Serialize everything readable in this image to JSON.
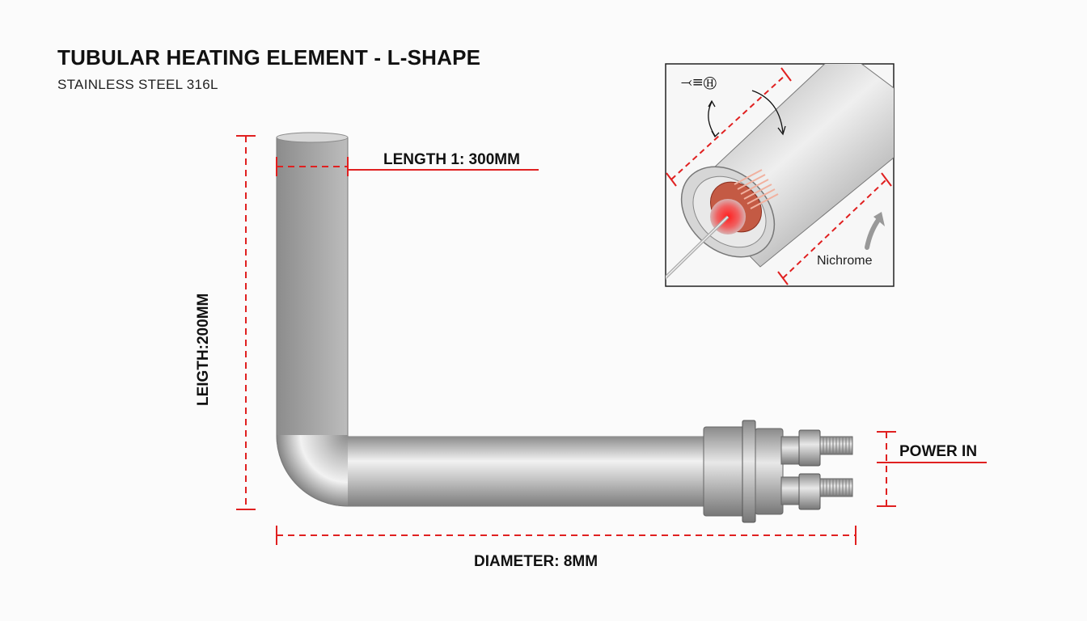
{
  "header": {
    "title": "TUBULAR HEATING ELEMENT - L-SHAPE",
    "subtitle": "STAINLESS STEEL 316L"
  },
  "dimensions": {
    "length_1": "LENGTH 1: 300MM",
    "length_2": "LEIGTH:200MM",
    "diameter": "DIAMETER: 8MM",
    "power": "POWER IN"
  },
  "inset": {
    "material_label": "Nichrome",
    "symbol_text": "⤙≡Ⓗ"
  },
  "colors": {
    "dimension_line": "#e02020",
    "steel_light": "#eeeeee",
    "steel_dark": "#8f8f8f",
    "coil": "#b94a36",
    "hot_core": "#ff2a2a"
  }
}
